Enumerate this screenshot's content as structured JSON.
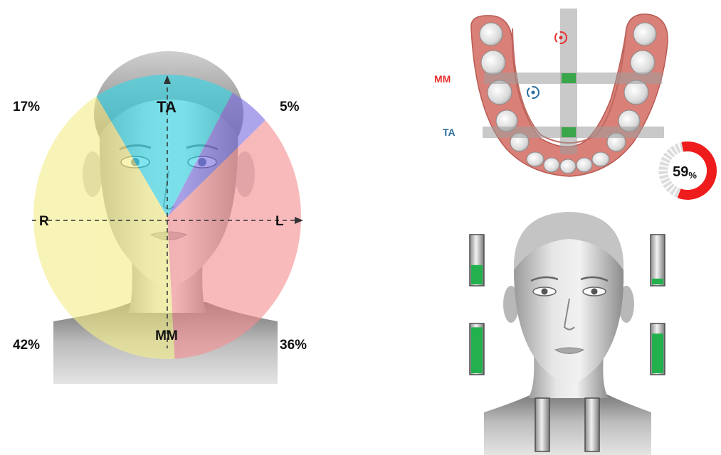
{
  "left_diagram": {
    "segments": [
      {
        "label": "TA",
        "percent_label": "17%",
        "percent": 17,
        "color": "#33d6e6"
      },
      {
        "label": "",
        "percent_label": "5%",
        "percent": 5,
        "color": "#7b6fe0"
      },
      {
        "label": "",
        "percent_label": "36%",
        "percent": 36,
        "color": "#f58f93"
      },
      {
        "label": "",
        "percent_label": "42%",
        "percent": 42,
        "color": "#f4ee8a"
      }
    ],
    "axis_labels": {
      "right_side": "R",
      "left_side": "L",
      "bottom": "MM"
    }
  },
  "jaw_diagram": {
    "labels": {
      "mm": "MM",
      "ta": "TA"
    },
    "colors": {
      "mm": "#e8302e",
      "ta": "#2a6e9e",
      "marker": "#3aa64a"
    },
    "icons": [
      "target-icon",
      "target-icon"
    ]
  },
  "gauge": {
    "value_text": "59",
    "unit": "%",
    "fraction": 0.59,
    "color": "#ee1c1c",
    "track_color": "#dcdcdc"
  },
  "bars": [
    {
      "position": "upper-left",
      "fraction": 0.4
    },
    {
      "position": "upper-right",
      "fraction": 0.12
    },
    {
      "position": "lower-left",
      "fraction": 0.95
    },
    {
      "position": "lower-right",
      "fraction": 0.82
    },
    {
      "position": "neck-left",
      "fraction": 0
    },
    {
      "position": "neck-right",
      "fraction": 0
    }
  ],
  "bar_fill_color": "#22b14c"
}
